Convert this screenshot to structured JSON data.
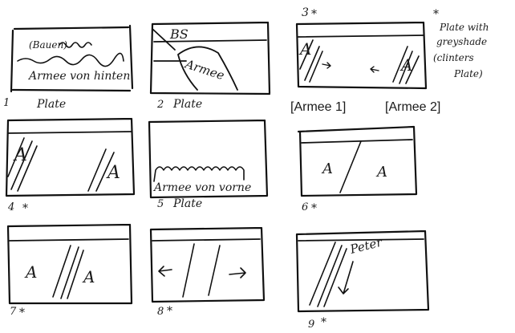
{
  "panels": [
    {
      "number": "1",
      "caption": "Plate",
      "scribble_top": "(Bauen)",
      "scribble_bottom": "Armee von hinten"
    },
    {
      "number": "2",
      "caption": "Plate",
      "tag": "BS",
      "shape_label": "Armee"
    },
    {
      "number": "3",
      "star": "*",
      "letters": [
        "A",
        "A"
      ]
    },
    {
      "number": "4",
      "star": "*",
      "letters": [
        "A",
        "A"
      ]
    },
    {
      "number": "5",
      "caption": "Plate",
      "scribble": "Armee von vorne"
    },
    {
      "number": "6",
      "star": "*",
      "letters": [
        "A",
        "A"
      ]
    },
    {
      "number": "7",
      "star": "*",
      "letters": [
        "A",
        "A"
      ]
    },
    {
      "number": "8",
      "star": "*"
    },
    {
      "number": "9",
      "star": "*",
      "label": "Peter"
    }
  ],
  "note": {
    "star": "*",
    "lines": [
      "Plate with",
      "greyshade",
      "(clinters",
      "Plate)"
    ]
  },
  "typed_labels": [
    "[Armee 1]",
    "[Armee 2]"
  ]
}
